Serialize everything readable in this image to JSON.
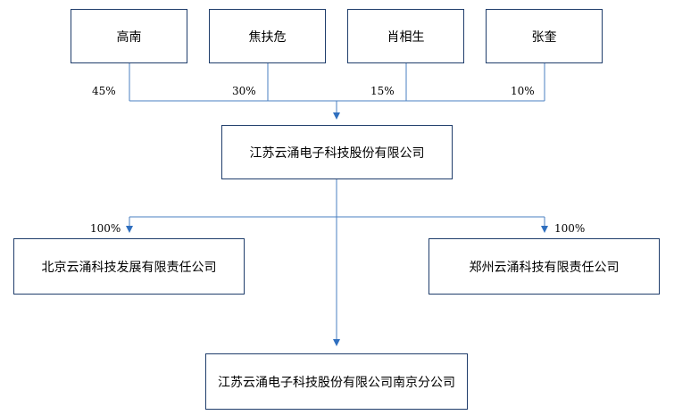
{
  "shareholders": [
    {
      "name": "高南",
      "percent": "45%"
    },
    {
      "name": "焦扶危",
      "percent": "30%"
    },
    {
      "name": "肖相生",
      "percent": "15%"
    },
    {
      "name": "张奎",
      "percent": "10%"
    }
  ],
  "company": {
    "name": "江苏云涌电子科技股份有限公司"
  },
  "subsidiaries": [
    {
      "name": "北京云涌科技发展有限责任公司",
      "percent": "100%"
    },
    {
      "name": "郑州云涌科技有限责任公司",
      "percent": "100%"
    }
  ],
  "branch": {
    "name": "江苏云涌电子科技股份有限公司南京分公司"
  },
  "colors": {
    "box_border": "#1f3d6b",
    "connector": "#4a7fc1"
  }
}
